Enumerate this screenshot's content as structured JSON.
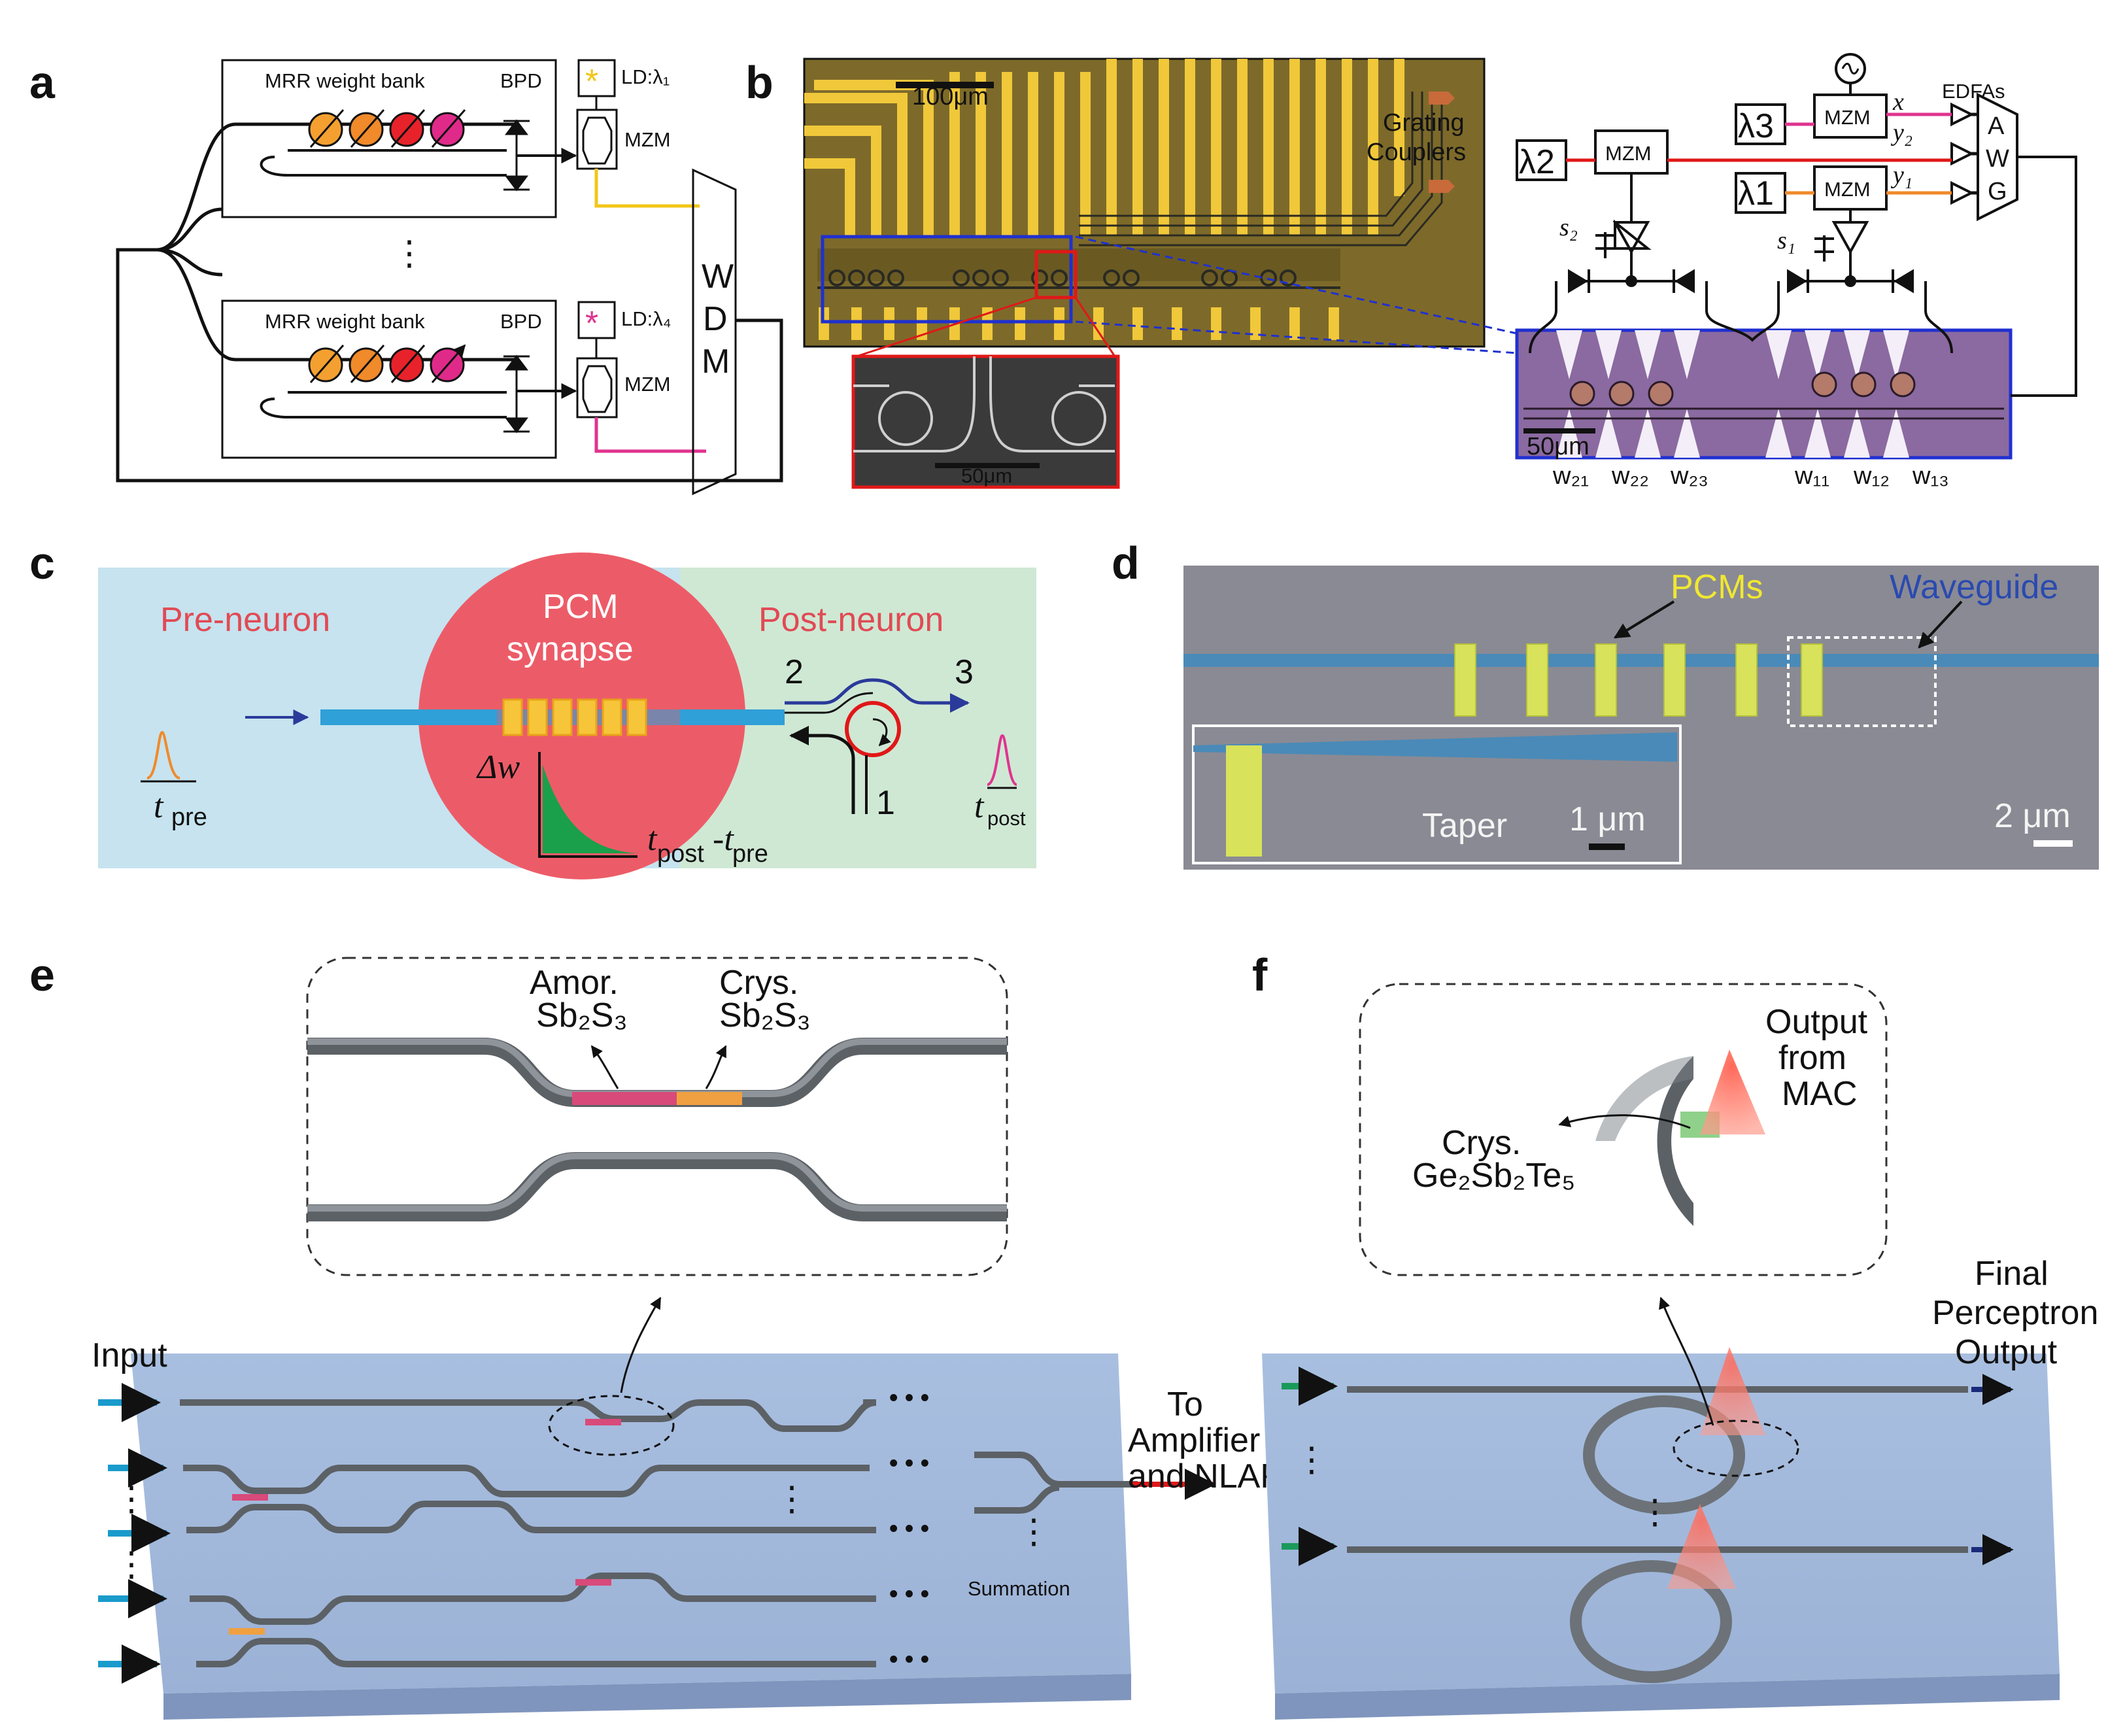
{
  "panel_labels": {
    "a": "a",
    "b": "b",
    "c": "c",
    "d": "d",
    "e": "e",
    "f": "f"
  },
  "panel_a": {
    "bank_label": "MRR weight bank",
    "bpd_label": "BPD",
    "ld1": "LD:λ₁",
    "ld4": "LD:λ₄",
    "mzm": "MZM",
    "wdm": [
      "W",
      "D",
      "M"
    ],
    "dots": "⋮",
    "colors": {
      "yellow": "#f2c618",
      "pink": "#e0338f",
      "ring_orange1": "#f4a030",
      "ring_orange2": "#f08a2a",
      "ring_red": "#e8222a",
      "ring_pink": "#e02a8a"
    }
  },
  "panel_b": {
    "scale_100": "100μm",
    "scale_50_sem": "50μm",
    "scale_50": "50μm",
    "grating": [
      "Grating",
      "Couplers"
    ],
    "lam1": "λ1",
    "lam2": "λ2",
    "lam3": "λ3",
    "mzm": "MZM",
    "edfas": "EDFAs",
    "awg": [
      "A",
      "W",
      "G"
    ],
    "x": "x",
    "y2": "y₂",
    "y1": "y₁",
    "s1": "s₁",
    "s2": "s₂",
    "weights": [
      "w₂₁",
      "w₂₂",
      "w₂₃",
      "w₁₁",
      "w₁₂",
      "w₁₃"
    ]
  },
  "panel_c": {
    "pre": "Pre-neuron",
    "pcm": [
      "PCM",
      "synapse"
    ],
    "post": "Post-neuron",
    "dw": "Δw",
    "t_pre": "t",
    "t_pre_sub": "pre",
    "t_post": "t",
    "t_post_sub": "post",
    "axis": [
      "t",
      "post",
      "-t",
      "pre"
    ],
    "ports": [
      "1",
      "2",
      "3"
    ]
  },
  "panel_d": {
    "pcms": "PCMs",
    "waveguide": "Waveguide",
    "taper": "Taper",
    "scale_1": "1 μm",
    "scale_2": "2 μm"
  },
  "panel_e": {
    "amor": [
      "Amor.",
      "Sb₂S₃"
    ],
    "crys": [
      "Crys.",
      "Sb₂S₃"
    ],
    "input": "Input",
    "to": [
      "To",
      "Amplifier",
      "and NLAF"
    ],
    "summation": "Summation",
    "ellipsis": "• • •",
    "vdots": "⋮"
  },
  "panel_f": {
    "crys": [
      "Crys.",
      "Ge₂Sb₂Te₅"
    ],
    "output_mac": [
      "Output",
      "from",
      "MAC"
    ],
    "final": [
      "Final",
      "Perceptron",
      "Output"
    ],
    "vdots": "⋮"
  }
}
